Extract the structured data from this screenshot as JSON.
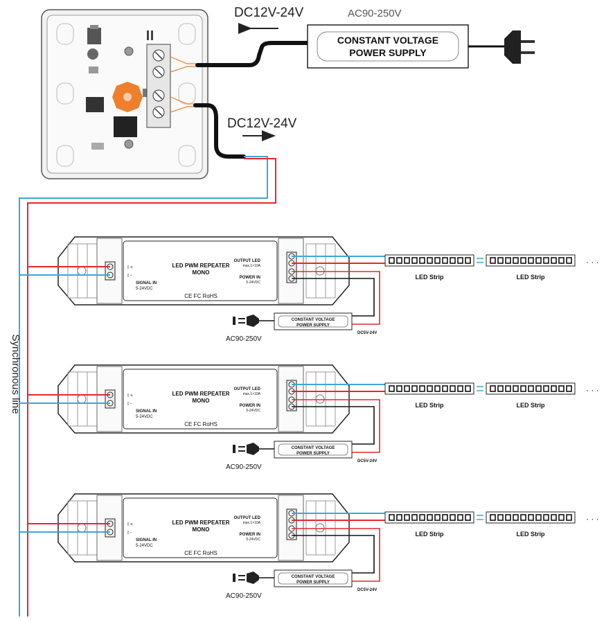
{
  "top": {
    "input_voltage_label": "DC12V-24V",
    "output_voltage_label": "DC12V-24V",
    "mains_label": "AC90-250V",
    "psu_line1": "CONSTANT VOLTAGE",
    "psu_line2": "POWER SUPPLY"
  },
  "sync_label": "Synchronous line",
  "repeater": {
    "title_line1": "LED PWM REPEATER",
    "title_line2": "MONO",
    "signal_in": "SIGNAL IN",
    "signal_volt": "5-24VDC",
    "pin_plus": "I +",
    "pin_minus": "I -",
    "output_led": "OUTPUT LED",
    "output_spec": "max.1×10A",
    "power_in": "POWER IN",
    "power_volt": "5-24VDC",
    "cert": "CE FC RoHS"
  },
  "small_psu": {
    "line1": "CONSTANT VOLTAGE",
    "line2": "POWER SUPPLY",
    "dc_label": "DC5V-24V",
    "mains_label": "AC90-250V"
  },
  "strip_label": "LED Strip",
  "continuation": "· · ·",
  "colors": {
    "red_wire": "#e8262a",
    "blue_wire": "#3aa6dc",
    "knob": "#ee7f2c"
  }
}
